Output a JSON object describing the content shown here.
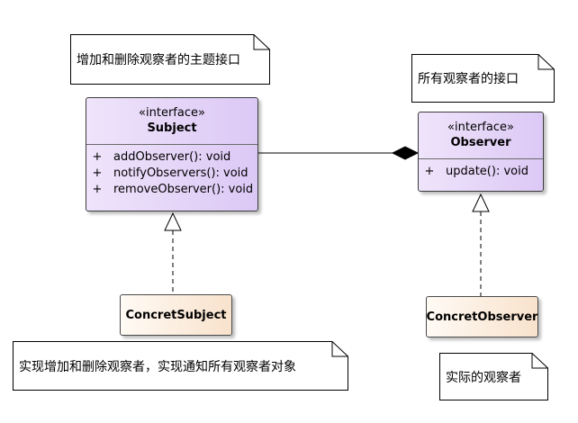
{
  "notes": {
    "subject_note": "增加和删除观察者的主题接口",
    "observer_note": "所有观察者的接口",
    "concrete_subject_note": "实现增加和删除观察者，实现通知所有观察者对象",
    "concrete_observer_note": "实际的观察者"
  },
  "subject": {
    "stereotype": "«interface»",
    "name": "Subject",
    "operations": [
      {
        "visibility": "+",
        "signature": "addObserver(): void"
      },
      {
        "visibility": "+",
        "signature": "notifyObservers(): void"
      },
      {
        "visibility": "+",
        "signature": "removeObserver(): void"
      }
    ]
  },
  "observer": {
    "stereotype": "«interface»",
    "name": "Observer",
    "operations": [
      {
        "visibility": "+",
        "signature": "update(): void"
      }
    ]
  },
  "concrete_subject": {
    "name": "ConcretSubject"
  },
  "concrete_observer": {
    "name": "ConcretObserver"
  },
  "colors": {
    "interface_fill": "#dcc8f5",
    "concrete_fill": "#f8e2cc",
    "line": "#000000"
  }
}
